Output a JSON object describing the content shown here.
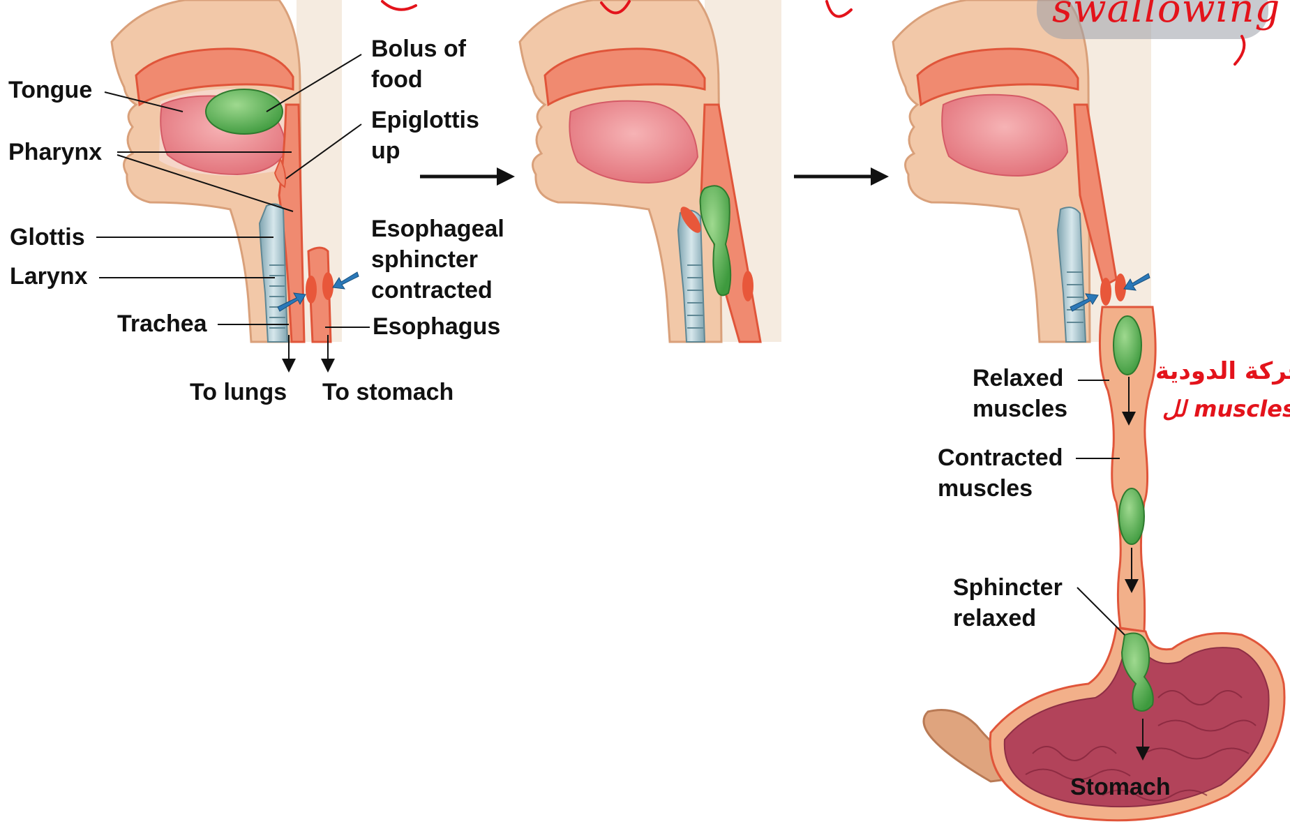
{
  "panel_1": {
    "labels": {
      "tongue": "Tongue",
      "pharynx": "Pharynx",
      "glottis": "Glottis",
      "larynx": "Larynx",
      "trachea": "Trachea",
      "bolus": "Bolus of\nfood",
      "epiglottis": "Epiglottis\nup",
      "esophageal_sphincter": "Esophageal\nsphincter\ncontracted",
      "esophagus": "Esophagus",
      "to_lungs": "To lungs",
      "to_stomach": "To stomach"
    }
  },
  "panel_3": {
    "labels": {
      "relaxed_muscles": "Relaxed\nmuscles",
      "contracted_muscles": "Contracted\nmuscles",
      "sphincter_relaxed": "Sphincter\nrelaxed",
      "stomach": "Stomach"
    }
  },
  "annotations": {
    "swallowing": "swallowing",
    "arabic_line_1": "الحركة الدودية",
    "arabic_line_2": "muscles لل"
  },
  "colors": {
    "skin": "#f2c8a8",
    "tissue": "#f08a70",
    "outline": "#e0553a",
    "tongue": "#ee8c90",
    "bolus": "#5db356",
    "trachea": "#a9c6cf",
    "backdrop": "#f5ebe0",
    "stomach_lining": "#b2435a",
    "blue_arrow": "#2b78b8",
    "handwriting": "#e3131b"
  }
}
